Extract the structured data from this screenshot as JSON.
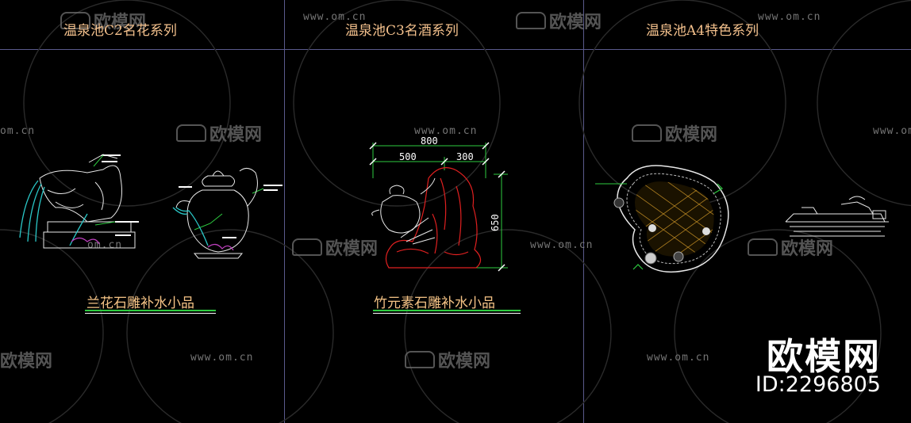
{
  "panels": [
    {
      "title": "温泉池C2名花系列",
      "caption": "兰花石雕补水小品"
    },
    {
      "title": "温泉池C3名酒系列",
      "caption": "竹元素石雕补水小品"
    },
    {
      "title": "温泉池A4特色系列",
      "caption": ""
    }
  ],
  "dimensions": {
    "total": "800",
    "left": "500",
    "right": "300",
    "height": "650"
  },
  "watermark": {
    "url": "www.om.cn",
    "url_short": "om.cn",
    "logo": "欧模网"
  },
  "brand": {
    "name": "欧模网",
    "id": "ID:2296805"
  },
  "colors": {
    "background": "#000000",
    "title": "#f3c08c",
    "caption_underline": "#2ecc40",
    "frame": "#5a5a8c"
  }
}
